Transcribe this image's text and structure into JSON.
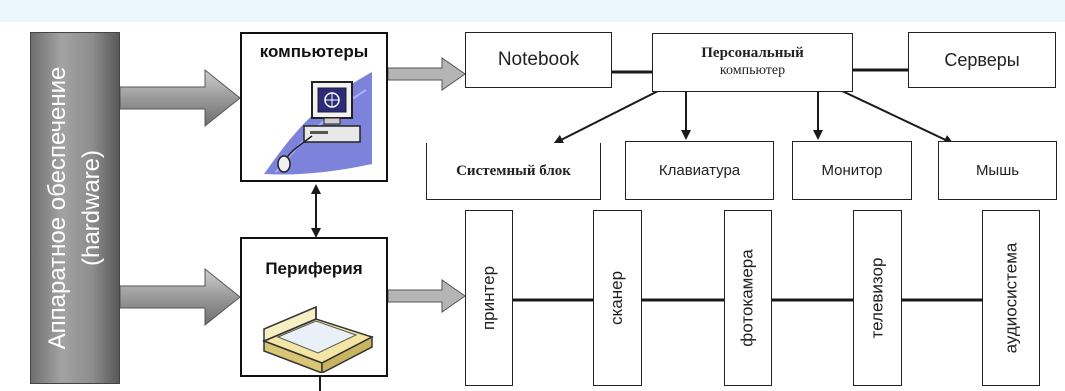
{
  "diagram": {
    "sidebar_label_line1": "Аппаратное обеспечение",
    "sidebar_label_line2": "(hardware)",
    "categories": {
      "computers": "компьютеры",
      "periphery": "Периферия"
    },
    "computer_types": {
      "notebook": "Notebook",
      "personal_line1": "Персональный",
      "personal_line2": "компьютер",
      "servers": "Серверы"
    },
    "pc_components": [
      "Системный блок",
      "Клавиатура",
      "Монитор",
      "Мышь"
    ],
    "peripherals": [
      "принтер",
      "сканер",
      "фотокамера",
      "телевизор",
      "аудиосистема"
    ],
    "icons": {
      "computer": "computer-icon",
      "scanner": "scanner-icon"
    },
    "colors": {
      "sidebar_gray": "#8a8a8a",
      "arrow_gray": "#9a9a9a",
      "line": "#1a1a1a",
      "top_band": "#eaf6fb",
      "computer_wave": "#6f74d6"
    }
  }
}
